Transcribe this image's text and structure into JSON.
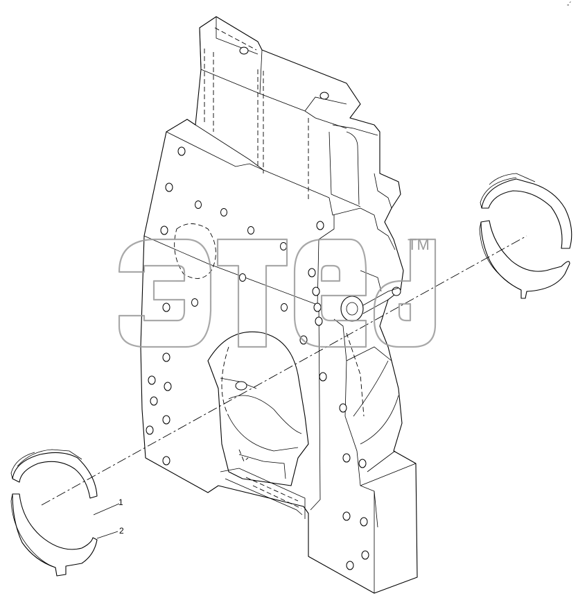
{
  "diagram": {
    "callouts": [
      {
        "id": "callout-1",
        "label": "1"
      },
      {
        "id": "callout-2",
        "label": "2"
      }
    ],
    "watermark": {
      "trademark": "TM"
    },
    "corner_mark": "-´"
  }
}
